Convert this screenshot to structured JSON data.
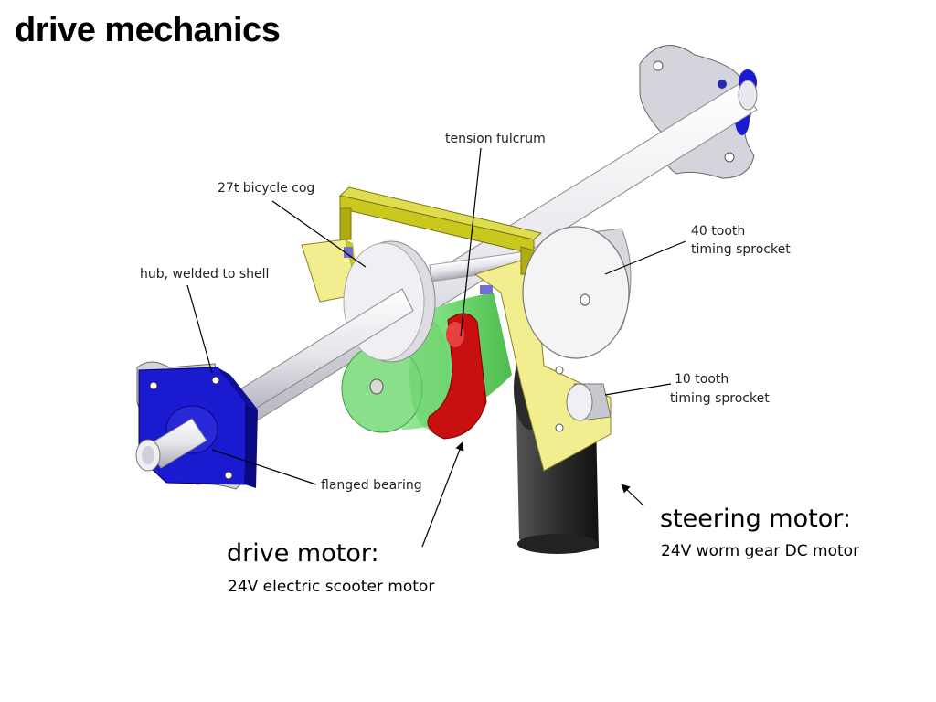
{
  "title": "drive mechanics",
  "callouts": {
    "tension_fulcrum": "tension fulcrum",
    "bicycle_cog": "27t bicycle cog",
    "hub": "hub, welded to shell",
    "sprocket_40_line1": "40 tooth",
    "sprocket_40_line2": "timing sprocket",
    "sprocket_10_line1": "10 tooth",
    "sprocket_10_line2": "timing sprocket",
    "flanged_bearing": "flanged bearing"
  },
  "drive_motor": {
    "heading": "drive motor:",
    "description": "24V electric scooter motor"
  },
  "steering_motor": {
    "heading": "steering motor:",
    "description": "24V worm gear DC motor"
  },
  "colors": {
    "bearing": "#1a1ad0",
    "drive_motor": "#7ee07e",
    "tension_arm": "#c81010",
    "bracket": "#f2ee90",
    "top_bar": "#c8c81e",
    "steering_motor": "#2e2e2e",
    "shaft": "#e4e4ea",
    "hub_plate": "#d4d4dc"
  },
  "icons": {
    "arrowhead": "arrowhead-icon"
  }
}
